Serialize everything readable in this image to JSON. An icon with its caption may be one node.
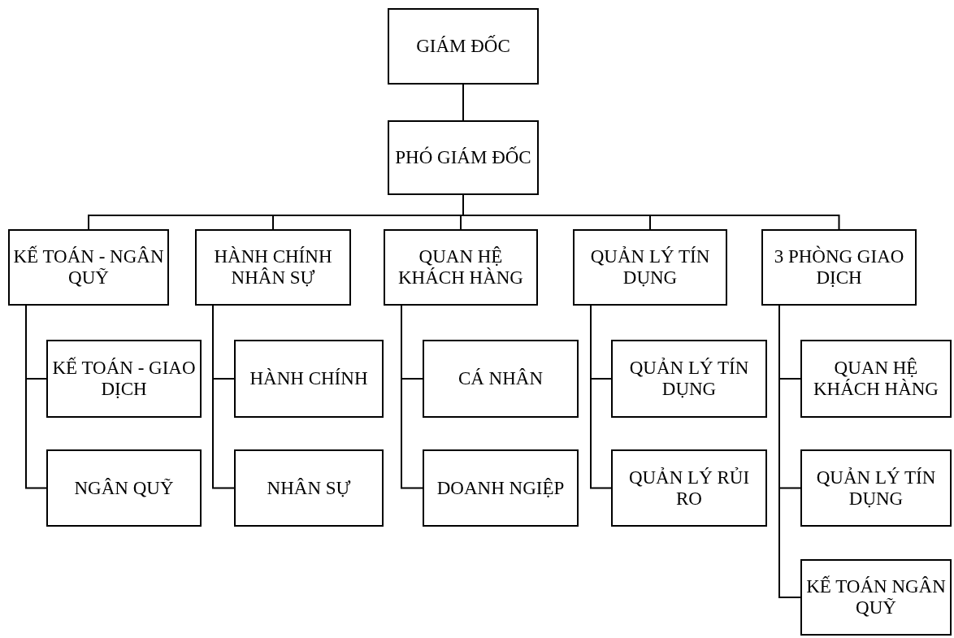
{
  "diagram": {
    "nodes": [
      {
        "text": [
          "GIÁM ĐỐC"
        ]
      },
      {
        "text": [
          "PHÓ GIÁM ĐỐC"
        ]
      },
      {
        "text": [
          "KẾ TOÁN - NGÂN QUỸ"
        ]
      },
      {
        "text": [
          "HÀNH CHÍNH NHÂN SỰ"
        ]
      },
      {
        "text": [
          "QUAN HỆ KHÁCH HÀNG"
        ]
      },
      {
        "text": [
          "QUẢN LÝ TÍN DỤNG"
        ]
      },
      {
        "text": [
          "3 PHÒNG GIAO DỊCH"
        ]
      },
      {
        "text": [
          "KẾ TOÁN - GIAO DỊCH"
        ]
      },
      {
        "text": [
          "NGÂN QUỸ"
        ]
      },
      {
        "text": [
          "HÀNH CHÍNH"
        ]
      },
      {
        "text": [
          "NHÂN SỰ"
        ]
      },
      {
        "text": [
          "CÁ NHÂN"
        ]
      },
      {
        "text": [
          "DOANH NGIỆP"
        ]
      },
      {
        "text": [
          "QUẢN LÝ TÍN DỤNG"
        ]
      },
      {
        "text": [
          "QUẢN LÝ RỦI RO"
        ]
      },
      {
        "text": [
          "QUAN HỆ KHÁCH HÀNG"
        ]
      },
      {
        "text": [
          "QUẢN LÝ TÍN DỤNG"
        ]
      },
      {
        "text": [
          "KẾ TOÁN NGÂN QUỸ"
        ]
      }
    ],
    "edges": [
      {
        "from": 0,
        "to": 1,
        "arrow": "none"
      },
      {
        "from": 1,
        "to": 2,
        "arrow": "none"
      },
      {
        "from": 1,
        "to": 3,
        "arrow": "none"
      },
      {
        "from": 1,
        "to": 4,
        "arrow": "none"
      },
      {
        "from": 1,
        "to": 5,
        "arrow": "none"
      },
      {
        "from": 1,
        "to": 6,
        "arrow": "none"
      },
      {
        "from": 2,
        "to": 7,
        "arrow": "none"
      },
      {
        "from": 2,
        "to": 8,
        "arrow": "none"
      },
      {
        "from": 3,
        "to": 9,
        "arrow": "none"
      },
      {
        "from": 3,
        "to": 10,
        "arrow": "none"
      },
      {
        "from": 4,
        "to": 11,
        "arrow": "none"
      },
      {
        "from": 4,
        "to": 12,
        "arrow": "none"
      },
      {
        "from": 5,
        "to": 13,
        "arrow": "none"
      },
      {
        "from": 5,
        "to": 14,
        "arrow": "none"
      },
      {
        "from": 6,
        "to": 15,
        "arrow": "none"
      },
      {
        "from": 6,
        "to": 16,
        "arrow": "none"
      },
      {
        "from": 6,
        "to": 17,
        "arrow": "none"
      }
    ]
  }
}
